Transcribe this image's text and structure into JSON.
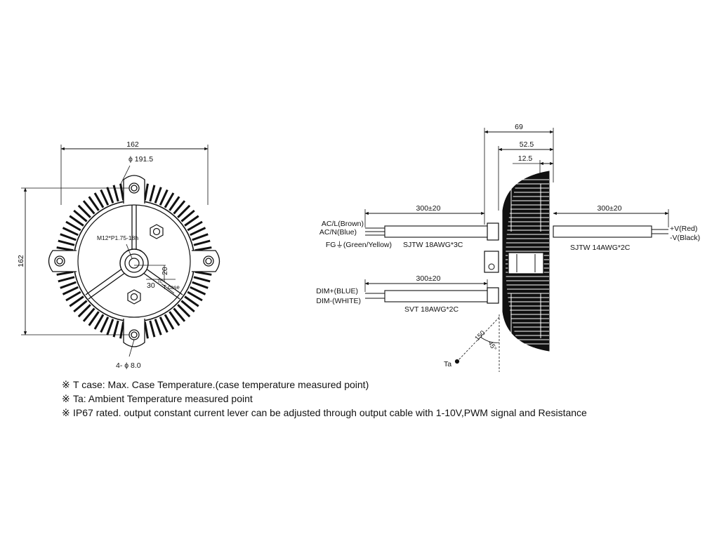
{
  "front_view": {
    "dim_width": "162",
    "dim_diameter": "ϕ 191.5",
    "dim_height": "162",
    "thread": "M12*P1.75-18h",
    "dim_30": "30",
    "dim_20": "20",
    "tcase_small": "Tc",
    "tcase_label": "T case",
    "holes": "4- ϕ 8.0"
  },
  "side_view": {
    "dim_69": "69",
    "dim_52_5": "52.5",
    "dim_12_5": "12.5",
    "cable_ac_len": "300±20",
    "cable_out_len": "300±20",
    "cable_dim_len": "300±20",
    "ac_l": "AC/L(Brown)",
    "ac_n": "AC/N(Blue)",
    "fg": "FG⏚(Green/Yellow)",
    "ac_cable": "SJTW 18AWG*3C",
    "v_plus": "+V(Red)",
    "v_minus": "-V(Black)",
    "out_cable": "SJTW 14AWG*2C",
    "dim_plus": "DIM+(BLUE)",
    "dim_minus": "DIM-(WHITE)",
    "dim_cable": "SVT 18AWG*2C",
    "ta_dist": "150",
    "ta_angle": "45°",
    "ta_label": "Ta"
  },
  "notes": [
    {
      "mark": "※",
      "text": "T case: Max. Case Temperature.(case temperature measured point)"
    },
    {
      "mark": "※",
      "text": "Ta: Ambient Temperature measured point"
    },
    {
      "mark": "※",
      "text": "IP67 rated. output constant current lever can be adjusted through output cable with 1-10V,PWM signal and Resistance"
    }
  ]
}
